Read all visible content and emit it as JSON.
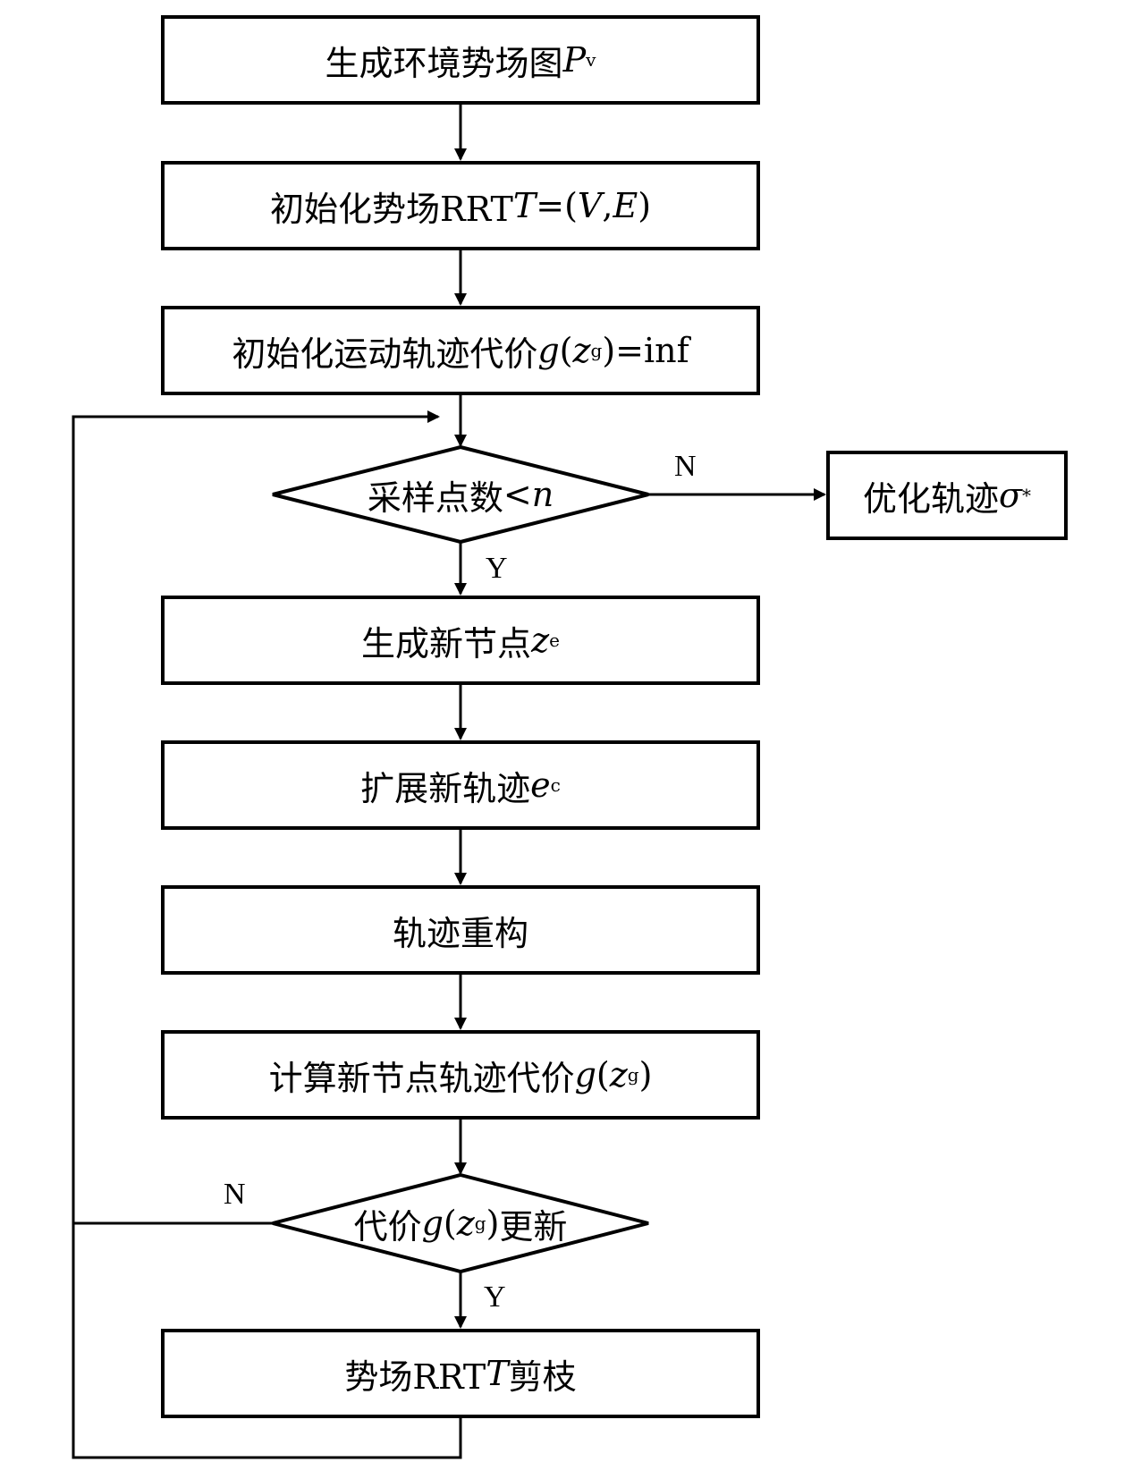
{
  "steps": {
    "gen_env": {
      "text": "生成环境势场图",
      "var": "P",
      "sub": "v"
    },
    "init_rrt": {
      "text": "初始化势场RRT ",
      "var": "T",
      "rest": "=(",
      "v": "V",
      "comma": ", ",
      "e": "E",
      "close": ")"
    },
    "init_cost": {
      "text": "初始化运动轨迹代价",
      "var": "g",
      "open": "(",
      "z": "z",
      "sub": "g",
      "rest": ")=inf"
    },
    "new_node": {
      "text": "生成新节点",
      "var": "z",
      "sub": "e"
    },
    "extend": {
      "text": "扩展新轨迹",
      "var": "e",
      "sub": "c"
    },
    "reconstruct": {
      "text": "轨迹重构"
    },
    "calc_cost": {
      "text": "计算新节点轨迹代价",
      "var": "g",
      "open": "(",
      "z": "z",
      "sub": "g",
      "close": ")"
    },
    "prune": {
      "text": "势场RRT ",
      "var": "T",
      "rest": "剪枝"
    }
  },
  "decisions": {
    "sample_count": {
      "text": "采样点数",
      "lt": "<",
      "var": "n",
      "no_label": "N",
      "yes_label": "Y"
    },
    "cost_updated": {
      "prefix": "代价",
      "var": "g",
      "open": "(",
      "z": "z",
      "sub": "g",
      "close": ")",
      "suffix": "更新",
      "no_label": "N",
      "yes_label": "Y"
    }
  },
  "result": {
    "text": "优化轨迹",
    "var": "σ",
    "sup": "*"
  }
}
